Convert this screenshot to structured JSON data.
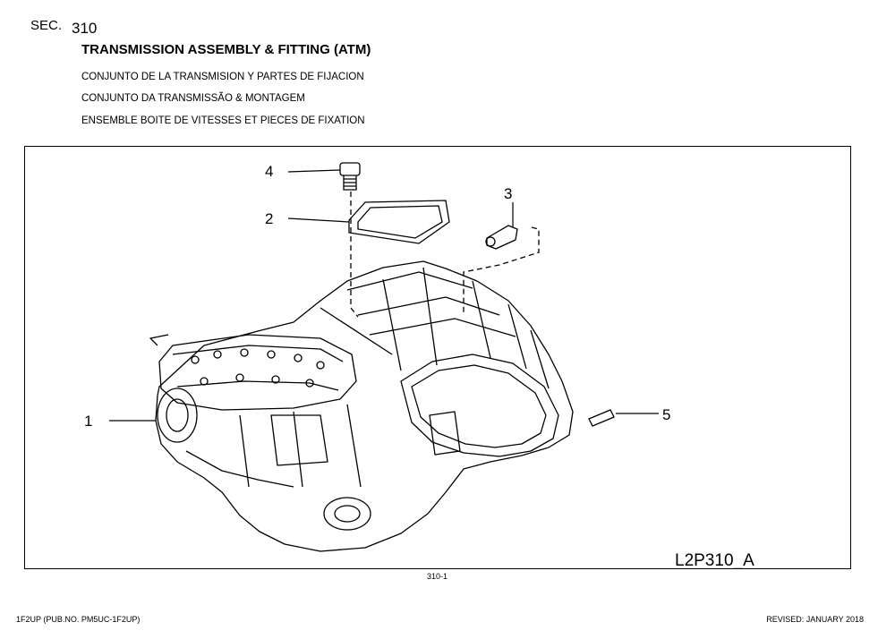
{
  "header": {
    "sec_label": "SEC.",
    "sec_number": "310",
    "title": "TRANSMISSION ASSEMBLY & FITTING (ATM)",
    "subtitles": [
      "CONJUNTO DE LA TRANSMISION Y PARTES DE FIJACION",
      "CONJUNTO DA TRANSMISSÃO & MONTAGEM",
      "ENSEMBLE BOITE DE VITESSES ET PIECES DE FIXATION"
    ]
  },
  "diagram": {
    "figure_code": "L2P310_A",
    "callouts": [
      "1",
      "2",
      "3",
      "4",
      "5"
    ],
    "line_color": "#000000"
  },
  "footer": {
    "page_number": "310-1",
    "publication": "1F2UP (PUB.NO. PM5UC-1F2UP)",
    "revised": "REVISED: JANUARY 2018"
  }
}
